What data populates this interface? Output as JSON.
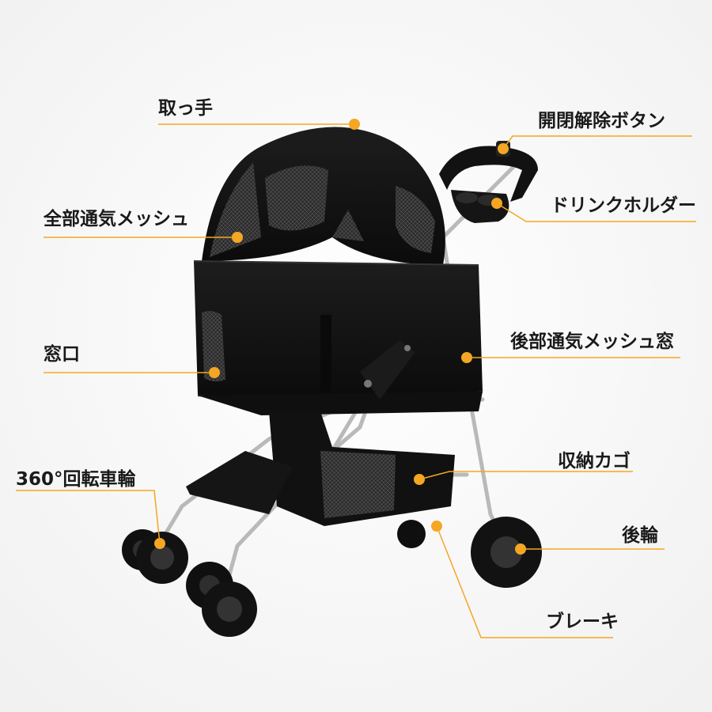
{
  "colors": {
    "background": "#ffffff",
    "accent": "#f5a623",
    "product_fabric": "#141414",
    "frame_silver": "#b9b9b9",
    "label_text": "#1a1a1a"
  },
  "image": {
    "subject": "pet stroller with removable carrier"
  },
  "callouts": [
    {
      "id": "handle",
      "text": "取っ手"
    },
    {
      "id": "release-button",
      "text": "開閉解除ボタン"
    },
    {
      "id": "drink-holder",
      "text": "ドリンクホルダー"
    },
    {
      "id": "full-mesh",
      "text": "全部通気メッシュ"
    },
    {
      "id": "rear-mesh-window",
      "text": "後部通気メッシュ窓"
    },
    {
      "id": "window",
      "text": "窓口"
    },
    {
      "id": "storage-basket",
      "text": "収納カゴ"
    },
    {
      "id": "swivel-wheel",
      "text": "360°回転車輪"
    },
    {
      "id": "rear-wheel",
      "text": "後輪"
    },
    {
      "id": "brake",
      "text": "ブレーキ"
    }
  ]
}
